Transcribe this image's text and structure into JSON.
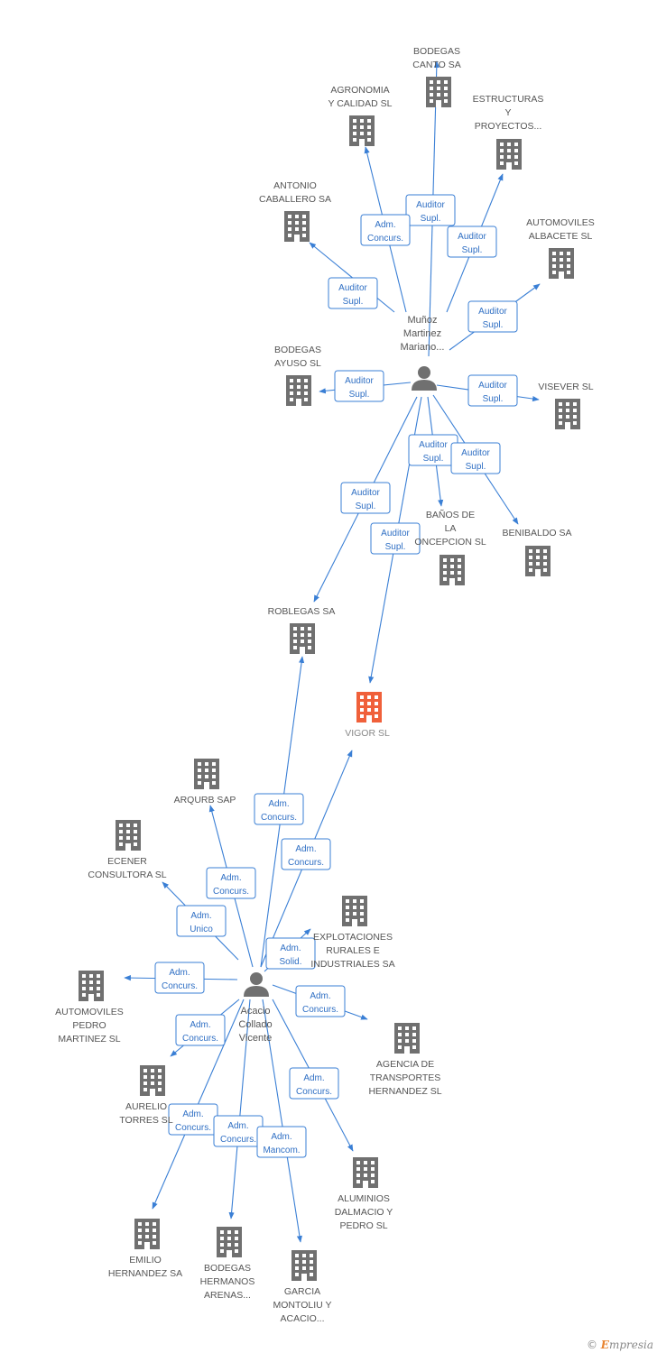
{
  "colors": {
    "edge": "#3a7fd5",
    "building": "#707070",
    "highlight": "#f0603a"
  },
  "persons": [
    {
      "id": "munoz",
      "label_lines": [
        "Muñoz",
        "Martinez",
        "Mariano..."
      ]
    },
    {
      "id": "acacio",
      "label_lines": [
        "Acacio",
        "Collado",
        "Vicente"
      ]
    }
  ],
  "companies": [
    {
      "id": "bodegas-canto",
      "label_lines": [
        "BODEGAS",
        "CANTO SA"
      ]
    },
    {
      "id": "agronomia",
      "label_lines": [
        "AGRONOMIA",
        "Y CALIDAD SL"
      ]
    },
    {
      "id": "estructuras",
      "label_lines": [
        "ESTRUCTURAS",
        "Y",
        "PROYECTOS..."
      ]
    },
    {
      "id": "antonio-caballero",
      "label_lines": [
        "ANTONIO",
        "CABALLERO SA"
      ]
    },
    {
      "id": "automoviles-albacete",
      "label_lines": [
        "AUTOMOVILES",
        "ALBACETE SL"
      ]
    },
    {
      "id": "bodegas-ayuso",
      "label_lines": [
        "BODEGAS",
        "AYUSO SL"
      ]
    },
    {
      "id": "visever",
      "label_lines": [
        "VISEVER SL"
      ]
    },
    {
      "id": "banos-concepcion",
      "label_lines": [
        "BAÑOS DE",
        "LA",
        "ONCEPCION SL"
      ]
    },
    {
      "id": "benibaldo",
      "label_lines": [
        "BENIBALDO SA"
      ]
    },
    {
      "id": "roblegas",
      "label_lines": [
        "ROBLEGAS SA"
      ]
    },
    {
      "id": "vigor",
      "label_lines": [
        "VIGOR SL"
      ],
      "highlight": true
    },
    {
      "id": "arqurb",
      "label_lines": [
        "ARQURB SAP"
      ]
    },
    {
      "id": "ecener",
      "label_lines": [
        "ECENER",
        "CONSULTORA SL"
      ]
    },
    {
      "id": "explotaciones",
      "label_lines": [
        "EXPLOTACIONES",
        "RURALES E",
        "INDUSTRIALES SA"
      ]
    },
    {
      "id": "automoviles-pedro",
      "label_lines": [
        "AUTOMOVILES",
        "PEDRO",
        "MARTINEZ SL"
      ]
    },
    {
      "id": "agencia",
      "label_lines": [
        "AGENCIA DE",
        "TRANSPORTES",
        "HERNANDEZ SL"
      ]
    },
    {
      "id": "aurelio",
      "label_lines": [
        "AURELIO",
        "TORRES SL"
      ]
    },
    {
      "id": "aluminios",
      "label_lines": [
        "ALUMINIOS",
        "DALMACIO Y",
        "PEDRO SL"
      ]
    },
    {
      "id": "emilio",
      "label_lines": [
        "EMILIO",
        "HERNANDEZ SA"
      ]
    },
    {
      "id": "bodegas-hermanos",
      "label_lines": [
        "BODEGAS",
        "HERMANOS",
        "ARENAS..."
      ]
    },
    {
      "id": "garcia-montoliu",
      "label_lines": [
        "GARCIA",
        "MONTOLIU Y",
        "ACACIO..."
      ]
    }
  ],
  "edges": [
    {
      "from": "munoz",
      "to": "bodegas-canto",
      "role_lines": [
        "Auditor",
        "Supl."
      ]
    },
    {
      "from": "munoz",
      "to": "agronomia",
      "role_lines": [
        "Adm.",
        "Concurs."
      ]
    },
    {
      "from": "munoz",
      "to": "estructuras",
      "role_lines": [
        "Auditor",
        "Supl."
      ]
    },
    {
      "from": "munoz",
      "to": "antonio-caballero",
      "role_lines": [
        "Auditor",
        "Supl."
      ]
    },
    {
      "from": "munoz",
      "to": "automoviles-albacete",
      "role_lines": [
        "Auditor",
        "Supl."
      ]
    },
    {
      "from": "munoz",
      "to": "bodegas-ayuso",
      "role_lines": [
        "Auditor",
        "Supl."
      ]
    },
    {
      "from": "munoz",
      "to": "visever",
      "role_lines": [
        "Auditor",
        "Supl."
      ]
    },
    {
      "from": "munoz",
      "to": "banos-concepcion",
      "role_lines": [
        "Auditor",
        "Supl."
      ]
    },
    {
      "from": "munoz",
      "to": "benibaldo",
      "role_lines": [
        "Auditor",
        "Supl."
      ]
    },
    {
      "from": "munoz",
      "to": "roblegas",
      "role_lines": [
        "Auditor",
        "Supl."
      ]
    },
    {
      "from": "munoz",
      "to": "vigor",
      "role_lines": [
        "Auditor",
        "Supl."
      ]
    },
    {
      "from": "acacio",
      "to": "roblegas",
      "role_lines": [
        "Adm.",
        "Concurs."
      ]
    },
    {
      "from": "acacio",
      "to": "vigor",
      "role_lines": [
        "Adm.",
        "Concurs."
      ]
    },
    {
      "from": "acacio",
      "to": "arqurb",
      "role_lines": [
        "Adm.",
        "Concurs."
      ]
    },
    {
      "from": "acacio",
      "to": "ecener",
      "role_lines": [
        "Adm.",
        "Unico"
      ]
    },
    {
      "from": "acacio",
      "to": "explotaciones",
      "role_lines": [
        "Adm.",
        "Solid."
      ]
    },
    {
      "from": "acacio",
      "to": "automoviles-pedro",
      "role_lines": [
        "Adm.",
        "Concurs."
      ]
    },
    {
      "from": "acacio",
      "to": "agencia",
      "role_lines": [
        "Adm.",
        "Concurs."
      ]
    },
    {
      "from": "acacio",
      "to": "aurelio",
      "role_lines": [
        "Adm.",
        "Concurs."
      ]
    },
    {
      "from": "acacio",
      "to": "aluminios",
      "role_lines": [
        "Adm.",
        "Concurs."
      ]
    },
    {
      "from": "acacio",
      "to": "emilio",
      "role_lines": [
        "Adm.",
        "Concurs."
      ]
    },
    {
      "from": "acacio",
      "to": "bodegas-hermanos",
      "role_lines": [
        "Adm.",
        "Concurs."
      ]
    },
    {
      "from": "acacio",
      "to": "garcia-montoliu",
      "role_lines": [
        "Adm.",
        "Mancom."
      ]
    }
  ],
  "footer": {
    "copyright": "©",
    "brand_initial": "E",
    "brand_rest": "mpresia"
  }
}
